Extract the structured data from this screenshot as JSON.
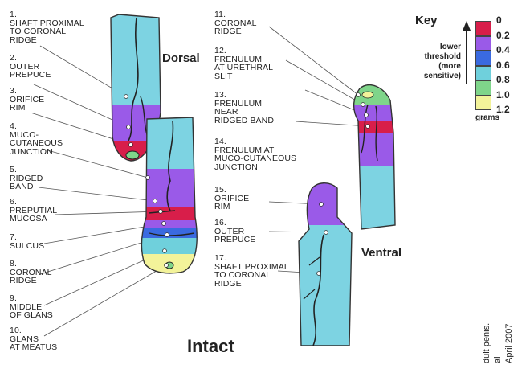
{
  "titles": {
    "dorsal": "Dorsal",
    "ventral": "Ventral",
    "intact": "Intact"
  },
  "dorsal_labels": [
    {
      "num": "1.",
      "text": "SHAFT PROXIMAL\nTO CORONAL\nRIDGE"
    },
    {
      "num": "2.",
      "text": "OUTER\nPREPUCE"
    },
    {
      "num": "3.",
      "text": "ORIFICE\nRIM"
    },
    {
      "num": "4.",
      "text": "MUCO-\nCUTANEOUS\nJUNCTION"
    },
    {
      "num": "5.",
      "text": "RIDGED\nBAND"
    },
    {
      "num": "6.",
      "text": "PREPUTIAL\nMUCOSA"
    },
    {
      "num": "7.",
      "text": "SULCUS"
    },
    {
      "num": "8.",
      "text": "CORONAL\nRIDGE"
    },
    {
      "num": "9.",
      "text": "MIDDLE\nOF GLANS"
    },
    {
      "num": "10.",
      "text": "GLANS\nAT MEATUS"
    }
  ],
  "ventral_labels": [
    {
      "num": "11.",
      "text": "CORONAL\nRIDGE"
    },
    {
      "num": "12.",
      "text": "FRENULUM\nAT URETHRAL\nSLIT"
    },
    {
      "num": "13.",
      "text": "FRENULUM\nNEAR\nRIDGED BAND"
    },
    {
      "num": "14.",
      "text": "FRENULUM AT\nMUCO-CUTANEOUS\nJUNCTION"
    },
    {
      "num": "15.",
      "text": "ORIFICE\nRIM"
    },
    {
      "num": "16.",
      "text": "OUTER\nPREPUCE"
    },
    {
      "num": "17.",
      "text": "SHAFT PROXIMAL\nTO CORONAL\nRIDGE"
    }
  ],
  "key": {
    "title": "Key",
    "description": "lower\nthreshold\n(more\nsensitive)",
    "unit": "grams",
    "values": [
      "0",
      "0.2",
      "0.4",
      "0.6",
      "0.8",
      "1.0",
      "1.2"
    ],
    "swatch_colors": [
      "#d81e4a",
      "#9a5ae8",
      "#3a6ae0",
      "#6fd0dc",
      "#7fd58a",
      "#f3f39a"
    ]
  },
  "credit_lines": [
    "dult penis.",
    "al",
    "April 2007"
  ]
}
